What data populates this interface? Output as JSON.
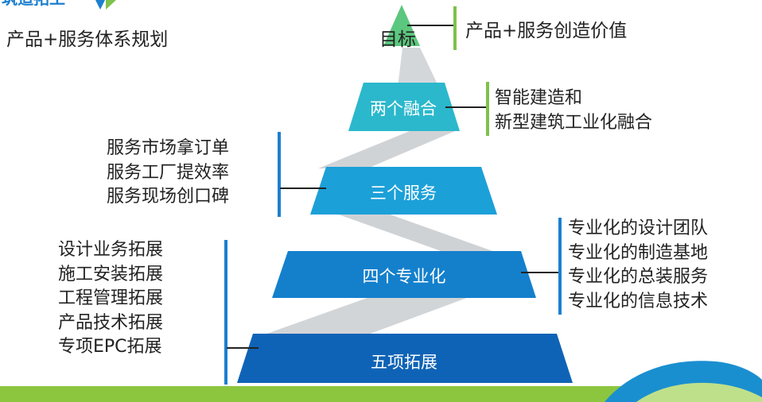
{
  "header": {
    "logo_text": "筑造拓工",
    "subtitle": "产品+服务体系规划"
  },
  "goal": {
    "label": "目标",
    "description": "产品+服务创造价值"
  },
  "tiers": [
    {
      "label": "两个融合",
      "items": [
        "智能建造和",
        "新型建筑工业化融合"
      ]
    },
    {
      "label": "三个服务",
      "items": [
        "服务市场拿订单",
        "服务工厂提效率",
        "服务现场创口碑"
      ]
    },
    {
      "label": "四个专业化",
      "items": [
        "专业化的设计团队",
        "专业化的制造基地",
        "专业化的总装服务",
        "专业化的信息技术"
      ]
    },
    {
      "label": "五项拓展",
      "items": [
        "设计业务拓展",
        "施工安装拓展",
        "工程管理拓展",
        "产品技术拓展",
        "专项EPC拓展"
      ]
    }
  ],
  "colors": {
    "top": "#5cc77e",
    "tier1": "#2bb8cc",
    "tier2": "#1ca0d8",
    "tier3": "#1480cc",
    "tier4": "#0f63b6",
    "bar_green": "#7dc24b",
    "bar_blue": "#1c7fd0",
    "ribbon": "#cfd3d6",
    "footer_green": "#8cc63f"
  }
}
